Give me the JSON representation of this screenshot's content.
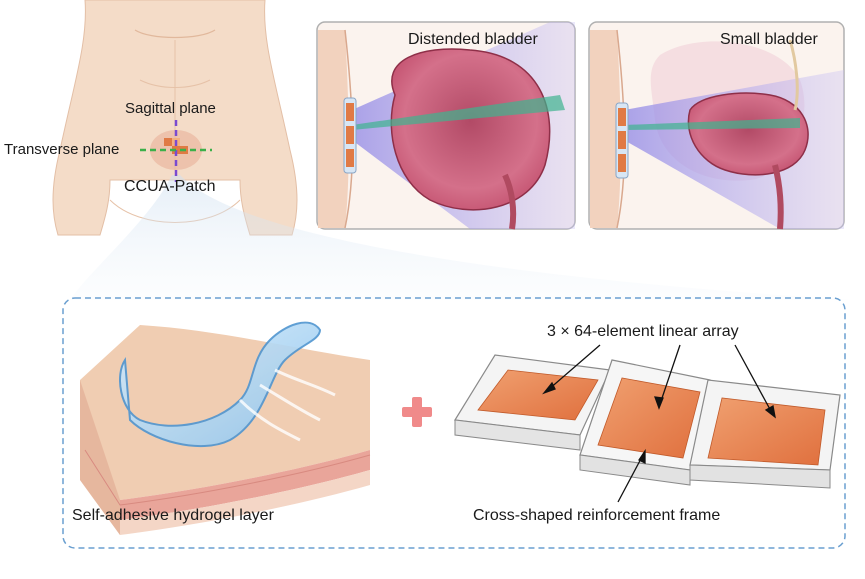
{
  "overview": {
    "sagittal_label": "Sagittal plane",
    "transverse_label": "Transverse plane",
    "device_label": "CCUA-Patch"
  },
  "panels": [
    {
      "title": "Distended bladder"
    },
    {
      "title": "Small bladder"
    }
  ],
  "detail": {
    "hydrogel_label": "Self-adhesive hydrogel layer",
    "array_label": "3 × 64-element linear array",
    "frame_label": "Cross-shaped reinforcement frame",
    "plus_symbol": "+"
  },
  "colors": {
    "skin": "#f3d7c0",
    "bladder": "#c7506a",
    "beam": "#9b8fe0",
    "transducer": "#e07a45",
    "dashed_border": "#6a9fd0",
    "plus": "#f08a8a"
  }
}
